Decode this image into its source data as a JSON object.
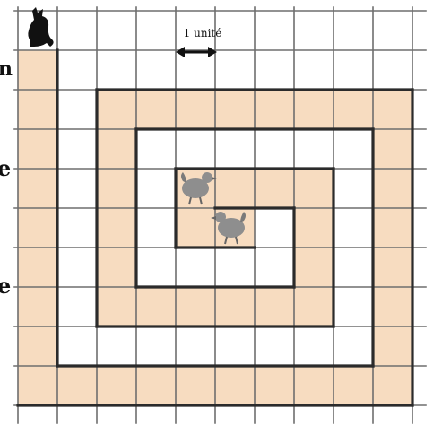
{
  "diagram": {
    "unit_label": "1 unité",
    "colors": {
      "path_fill": "#f7dcc0",
      "grid_line": "#6e6e6e",
      "wall": "#2b2b2b",
      "background": "#ffffff",
      "hen": "#8e8e8e"
    },
    "icons": {
      "start_marker": "cat-silhouette-icon",
      "hen_a": "hen-icon",
      "hen_b": "hen-icon"
    },
    "cut_off_left_glyphs": [
      "n",
      "e",
      "e"
    ]
  }
}
